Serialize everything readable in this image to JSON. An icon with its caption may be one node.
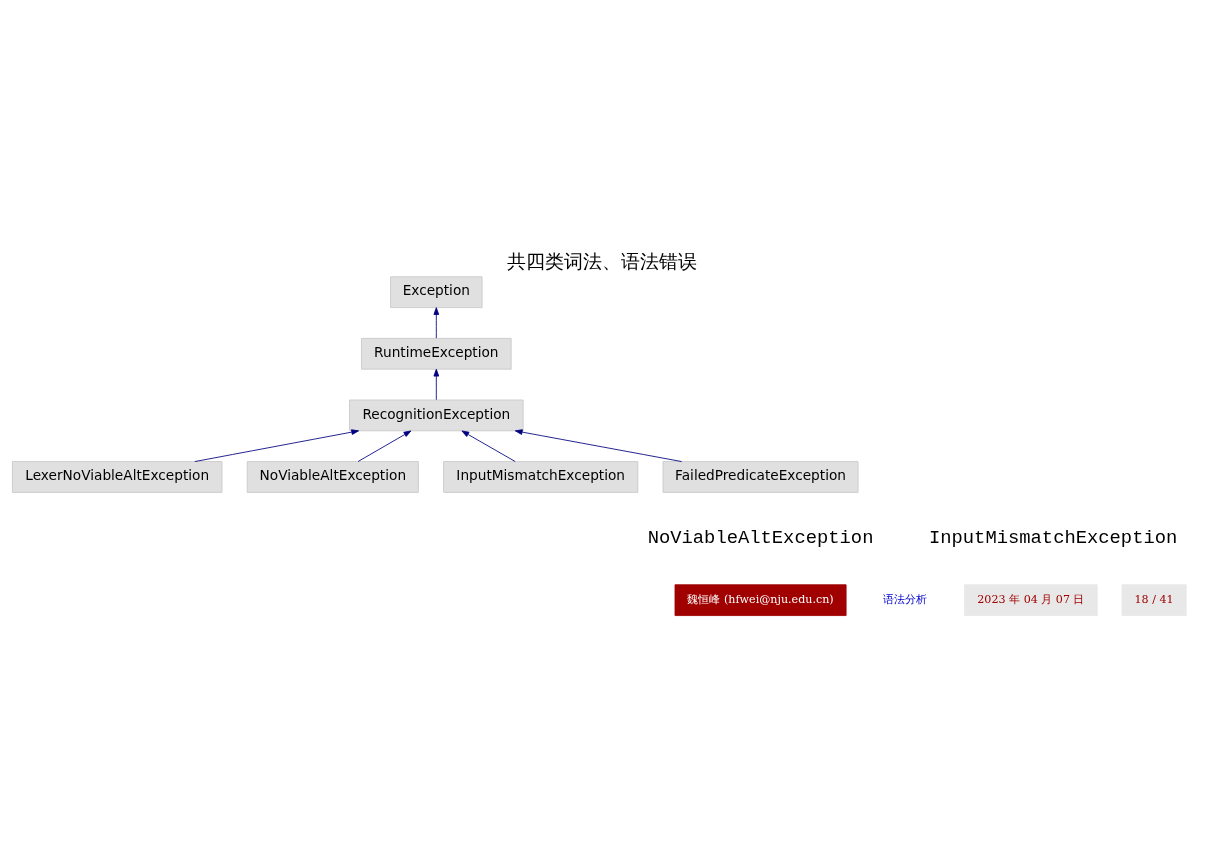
{
  "diagram": {
    "title": "共四类词法、语法错误",
    "nodes": [
      {
        "text": [
          "Exception"
        ]
      },
      {
        "text": [
          "RuntimeException"
        ]
      },
      {
        "text": [
          "RecognitionException"
        ]
      },
      {
        "text": [
          "LexerNoViableAltException"
        ]
      },
      {
        "text": [
          "NoViableAltException"
        ]
      },
      {
        "text": [
          "InputMismatchException"
        ]
      },
      {
        "text": [
          "FailedPredicateException"
        ]
      }
    ],
    "edges": [
      {
        "from": 1,
        "to": 0,
        "arrow": "to"
      },
      {
        "from": 2,
        "to": 1,
        "arrow": "to"
      },
      {
        "from": 3,
        "to": 2,
        "arrow": "to"
      },
      {
        "from": 4,
        "to": 2,
        "arrow": "to"
      },
      {
        "from": 5,
        "to": 2,
        "arrow": "to"
      },
      {
        "from": 6,
        "to": 2,
        "arrow": "to"
      }
    ],
    "labels": [
      "NoViableAltException",
      "InputMismatchException",
      "魏恒峰 (hfwei@nju.edu.cn)",
      "语法分析",
      "2023 年 04 月 07 日",
      "18 / 41"
    ]
  }
}
